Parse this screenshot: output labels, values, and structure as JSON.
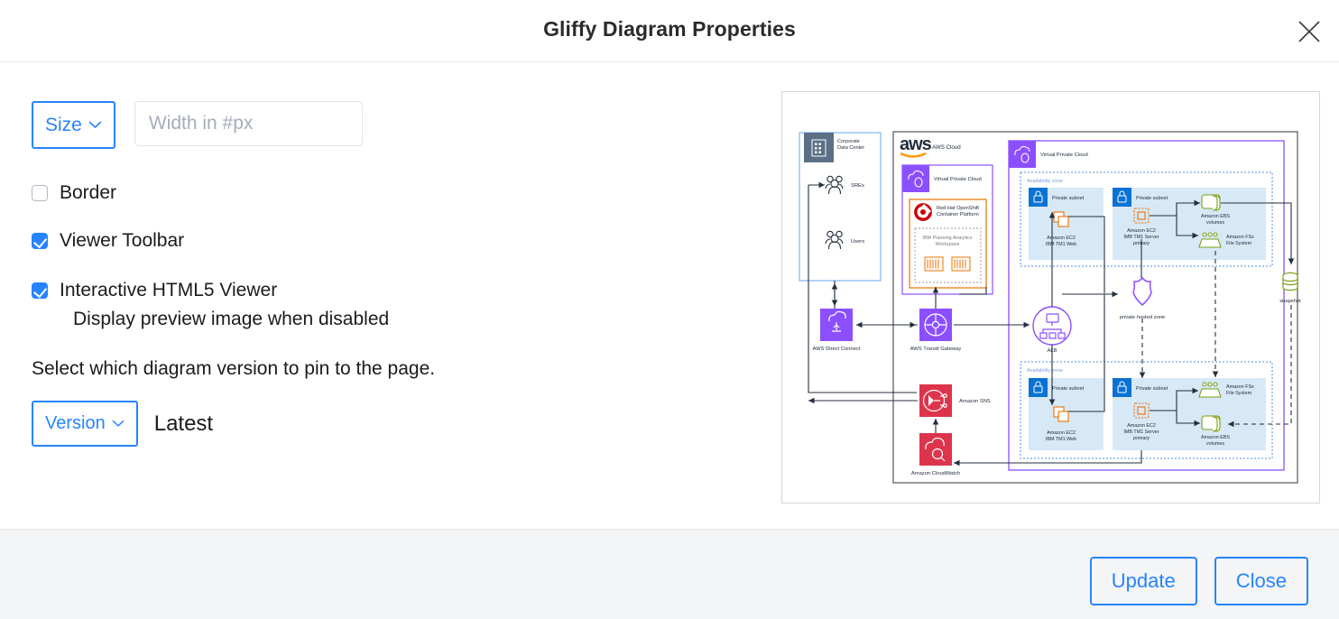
{
  "dialog": {
    "title": "Gliffy Diagram Properties",
    "close_icon": "close-icon"
  },
  "form": {
    "size": {
      "button_label": "Size",
      "caret_icon": "chevron-down-icon",
      "width_input": {
        "value": "",
        "placeholder": "Width in #px"
      }
    },
    "checkboxes": [
      {
        "label": "Border",
        "checked": false
      },
      {
        "label": "Viewer Toolbar",
        "checked": true
      },
      {
        "label": "Interactive HTML5 Viewer",
        "checked": true
      }
    ],
    "interactive_sub_label": "Display preview image when disabled",
    "version_helper_text": "Select which diagram version to pin to the page.",
    "version": {
      "button_label": "Version",
      "caret_icon": "chevron-down-icon",
      "selected_value": "Latest"
    }
  },
  "footer": {
    "update_label": "Update",
    "close_label": "Close"
  },
  "colors": {
    "accent_blue": "#2684ff",
    "footer_bg": "#f4f5f7",
    "text": "#1b1b1b",
    "placeholder": "#a5adba",
    "aws_purple": "#8c4fff",
    "aws_pink": "#dd344c",
    "aws_green": "#7aa116",
    "aws_blue": "#0972d3",
    "aws_orange": "#ed7100",
    "slate": "#5b7086",
    "redhat_red": "#cc0000"
  },
  "preview": {
    "alt": "AWS architecture diagram preview",
    "diagram_labels": {
      "corporate_data_center": "Corporate\nData Center",
      "sres": "SREs",
      "users": "Users",
      "aws_cloud": "AWS Cloud",
      "aws_wordmark": "aws",
      "vpc_left": "Virtual Private Cloud",
      "openshift": "Red Hat OpenShift\nContainer Platform",
      "paw": "IBM Planning Analytics\nWorkspace",
      "direct_connect": "AWS Direct Connect",
      "transit_gateway": "AWS Transit Gateway",
      "sns": "Amazon SNS",
      "cloudwatch": "Amazon CloudWatch",
      "vpc_right": "Virtual Private Cloud",
      "availability_zone": "Availability zone",
      "private_subnet": "Private subnet",
      "ec2_web": "Amazon EC2\nIBM TM1 Web",
      "ec2_server": "Amazon EC2\nIMB TM1 Server\nprimary",
      "ebs": "Amazon EBS\nvolumes",
      "fsx": "Amazon FSx\nFile System",
      "alb": "ALB",
      "hosted_zone": "private hosted zone",
      "snapshot": "snapshot"
    }
  }
}
